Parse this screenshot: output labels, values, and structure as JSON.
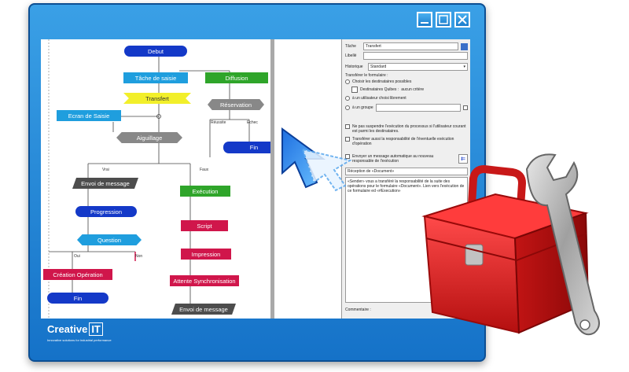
{
  "flowchart": {
    "debut": "Debut",
    "tache_de_saisie": "Tâche de saisie",
    "diffusion": "Diffusion",
    "transfert": "Transfert",
    "reservation": "Réservation",
    "ecran_de_saisie": "Ecran de Saisie",
    "aiguillage": "Aiguillage",
    "fin_top": "Fin",
    "envoi_de_message_1": "Envoi de message",
    "execution": "Exécution",
    "progression": "Progression",
    "script": "Script",
    "question": "Question",
    "impression": "Impression",
    "creation_operation": "Création Opération",
    "attente_synchronisation": "Attente Synchronisation",
    "fin_bottom": "Fin",
    "envoi_de_message_2": "Envoi de message",
    "label_reussite": "Réussite",
    "label_echec": "Echec",
    "label_vrai": "Vrai",
    "label_faux": "Faux",
    "label_oui": "Oui",
    "label_non": "Non"
  },
  "properties": {
    "tache_label": "Tâche",
    "tache_value": "Transfert",
    "libelle_label": "Libellé",
    "historique_label": "Historique",
    "historique_value": "Standard",
    "transferer_label": "Transférer le formulaire :",
    "choisir_label": "Choisir les destinataires possibles",
    "destinataires_label": "Destinataires Quibes :",
    "aucun_critere": "aucun critère",
    "utilisateur_label": "à un utilisateur choisi librement",
    "groupe_label": "à un groupe",
    "suspendre_label": "Ne pas suspendre l'exécution du processus si l'utilisateur courant est parmi les destinataires.",
    "transferer_resp_label": "Transférer aussi la responsabilité de l'éventuelle exécution d'opération",
    "envoyer_label": "Envoyer un message automatique au nouveau responsable de l'exécution",
    "reception_value": "Réception de «Document»",
    "message_body": "«Sender» vous a transféré la responsabilité de la suite des opérations pour le formulaire «Document». Lien vers l'exécution de ce formulaire ed «#Execution»",
    "commentaire_label": "Commentaire :"
  },
  "brand": {
    "name": "Creative",
    "it": "IT",
    "tagline": "Innovative solutions for industrial performance"
  },
  "colors": {
    "window_blue": "#1f86d6",
    "node_blue": "#1439c8",
    "node_green": "#2fa52a",
    "node_red": "#d0164b",
    "node_yellow": "#f2ef2a",
    "node_cyan": "#1f9ede",
    "node_grey": "#4d4d4d"
  },
  "icons": [
    "minimize-icon",
    "maximize-icon",
    "close-icon",
    "pointer-cursor-icon",
    "toolbox-icon",
    "wrench-icon"
  ]
}
